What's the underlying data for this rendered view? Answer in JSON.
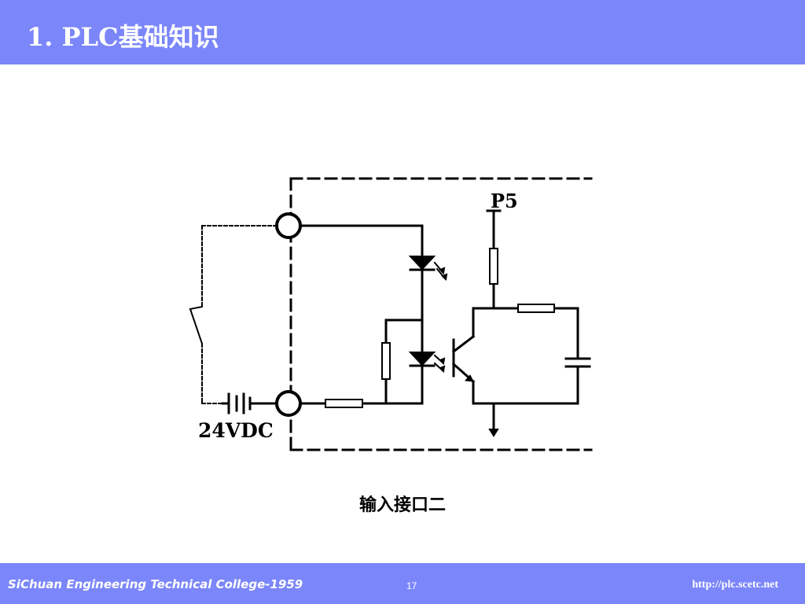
{
  "header": {
    "title": "1. PLC基础知识"
  },
  "diagram": {
    "label_supply": "P5",
    "label_battery": "24VDC",
    "caption": "输入接口二"
  },
  "footer": {
    "college": "SiChuan Engineering Technical College-1959",
    "page": "17",
    "url": "http://plc.scetc.net"
  }
}
